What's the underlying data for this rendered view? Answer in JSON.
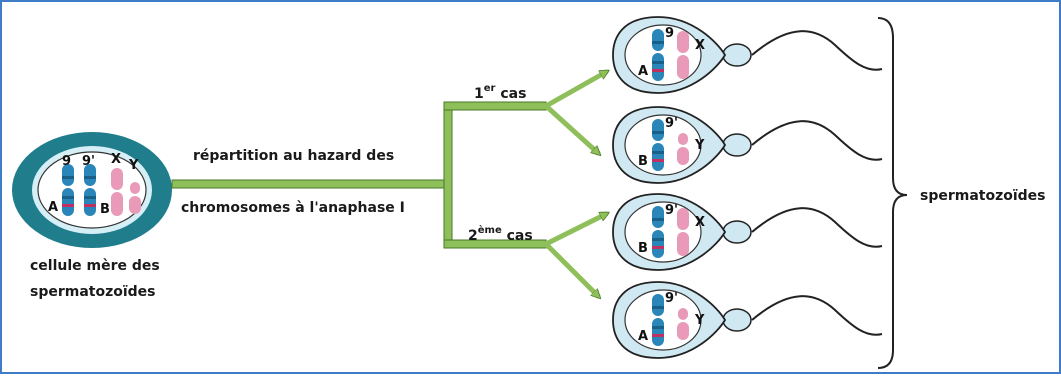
{
  "labels": {
    "mother_line1": "cellule mère des",
    "mother_line2": "spermatozoïdes",
    "process_line1": "répartition au hazard des",
    "process_line2": "chromosomes à l'anaphase I",
    "case1_prefix": "1",
    "case1_sup": "er",
    "case1_suffix": " cas",
    "case2_prefix": "2",
    "case2_sup": "ème",
    "case2_suffix": " cas",
    "result": "spermatozoïdes"
  },
  "mother_cell": {
    "chromosome_labels": [
      "9",
      "9'",
      "X",
      "Y"
    ],
    "allele_labels": [
      "A",
      "B"
    ]
  },
  "sperm": [
    {
      "chromosome_label": "9",
      "sex_label": "X",
      "allele": "A"
    },
    {
      "chromosome_label": "9'",
      "sex_label": "Y",
      "allele": "B"
    },
    {
      "chromosome_label": "9'",
      "sex_label": "X",
      "allele": "B"
    },
    {
      "chromosome_label": "9'",
      "sex_label": "Y",
      "allele": "A"
    }
  ],
  "colors": {
    "border": "#3f7cc7",
    "cell_ring": "#1f7d8c",
    "cell_fill": "#d6eef5",
    "nucleus_fill": "#ffffff",
    "blue_chromosome": "#2a86b8",
    "pink_chromosome": "#e89ab8",
    "allele_band": "#c03060",
    "line_green": "#8fbf5a",
    "line_green_dark": "#4a7a2a",
    "sperm_fill": "#cfe8f2",
    "sperm_outline": "#222222"
  }
}
